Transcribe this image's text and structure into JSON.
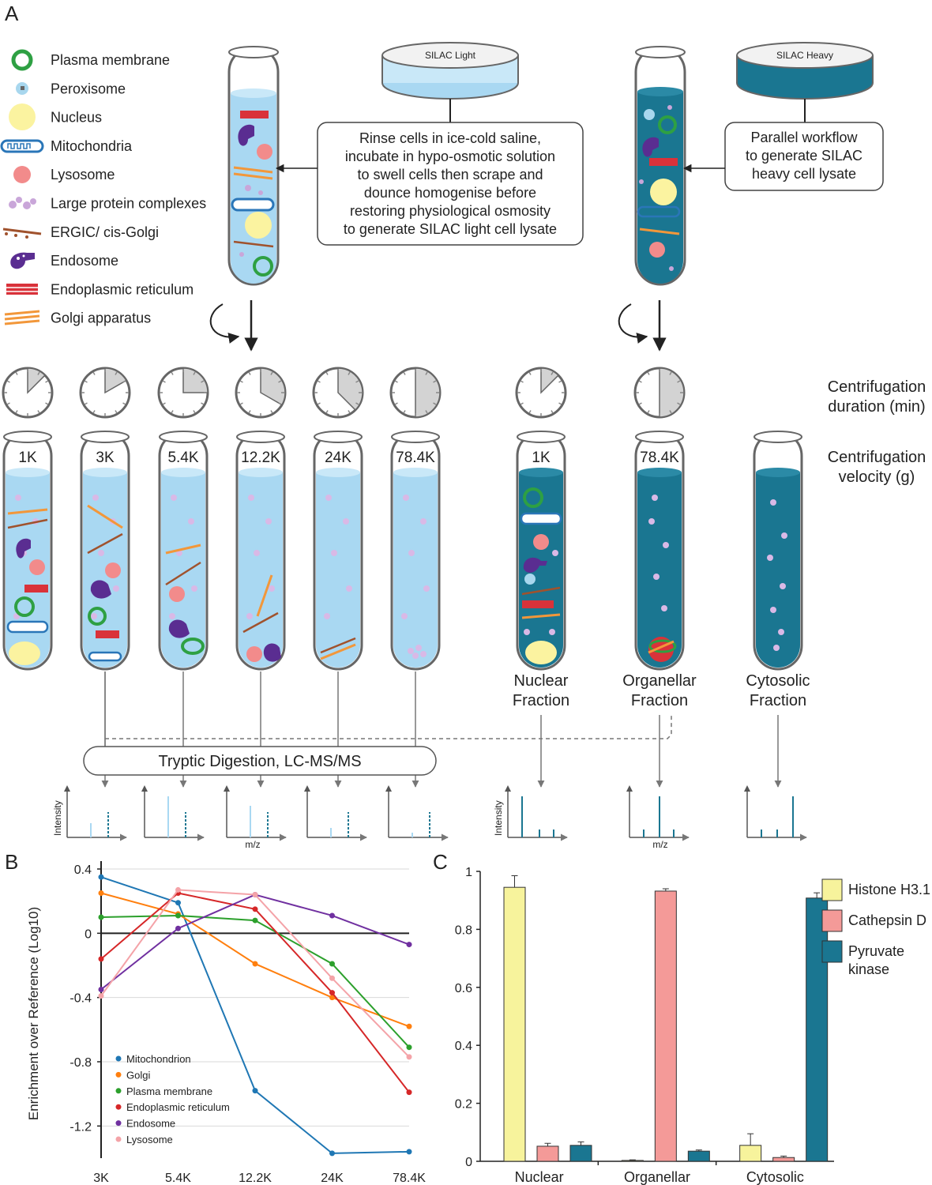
{
  "panel_labels": {
    "a": "A",
    "b": "B",
    "c": "C"
  },
  "legend_items": [
    {
      "label": "Plasma membrane",
      "icon": "plasma-membrane-icon"
    },
    {
      "label": "Peroxisome",
      "icon": "peroxisome-icon"
    },
    {
      "label": "Nucleus",
      "icon": "nucleus-icon"
    },
    {
      "label": "Mitochondria",
      "icon": "mitochondria-icon"
    },
    {
      "label": "Lysosome",
      "icon": "lysosome-icon"
    },
    {
      "label": "Large protein complexes",
      "icon": "protein-complex-icon"
    },
    {
      "label": "ERGIC/ cis-Golgi",
      "icon": "ergic-icon"
    },
    {
      "label": "Endosome",
      "icon": "endosome-icon"
    },
    {
      "label": "Endoplasmic reticulum",
      "icon": "er-icon"
    },
    {
      "label": "Golgi apparatus",
      "icon": "golgi-icon"
    }
  ],
  "dish_light": "SILAC Light",
  "dish_heavy": "SILAC Heavy",
  "box_light": [
    "Rinse cells in ice-cold saline,",
    "incubate in hypo-osmotic solution",
    "to swell cells then scrape and",
    "dounce homogenise before",
    "restoring physiological osmosity",
    "to generate SILAC light cell lysate"
  ],
  "box_heavy": [
    "Parallel workflow",
    "to generate SILAC",
    "heavy cell lysate"
  ],
  "centrifugation_duration": [
    "Centrifugation",
    "duration (min)"
  ],
  "centrifugation_velocity": [
    "Centrifugation",
    "velocity (g)"
  ],
  "light_tubes": [
    {
      "label": "1K",
      "clock_fraction": 0.125
    },
    {
      "label": "3K",
      "clock_fraction": 0.167
    },
    {
      "label": "5.4K",
      "clock_fraction": 0.25
    },
    {
      "label": "12.2K",
      "clock_fraction": 0.333
    },
    {
      "label": "24K",
      "clock_fraction": 0.375
    },
    {
      "label": "78.4K",
      "clock_fraction": 0.5
    }
  ],
  "heavy_tubes": [
    {
      "label": "1K",
      "clock_fraction": 0.125
    },
    {
      "label": "78.4K",
      "clock_fraction": 0.5
    },
    {
      "label": "",
      "clock_fraction": null
    }
  ],
  "fractions": [
    [
      "Nuclear",
      "Fraction"
    ],
    [
      "Organellar",
      "Fraction"
    ],
    [
      "Cytosolic",
      "Fraction"
    ]
  ],
  "digestion_label": "Tryptic Digestion, LC-MS/MS",
  "spectra_axes": {
    "y": "Intensity",
    "x": "m/z"
  },
  "colors": {
    "light_medium": "#a9d8f2",
    "heavy_medium": "#1a7691",
    "legend_green": "#2ea043",
    "lysosome": "#f28b8b",
    "nucleus": "#fbf3a0",
    "endosome": "#5a2d91",
    "er": "#d9323a",
    "golgi": "#f2973a",
    "ergic": "#a0522d",
    "mito": "#2a76b8"
  },
  "chart_data": [
    {
      "type": "line",
      "ylabel": "Enrichment over Reference (Log10)",
      "xlabel": "",
      "categories": [
        "3K",
        "5.4K",
        "12.2K",
        "24K",
        "78.4K"
      ],
      "ylim": [
        -1.4,
        0.4
      ],
      "yticks": [
        "0.4",
        "0",
        "-0.4",
        "-0.8",
        "-1.2"
      ],
      "ytick_values": [
        0.4,
        0,
        -0.4,
        -0.8,
        -1.2
      ],
      "grid": true,
      "legend_position": "bottom-left",
      "series": [
        {
          "name": "Mitochondrion",
          "color": "#1f77b4",
          "values": [
            0.35,
            0.19,
            -0.98,
            -1.37,
            -1.36
          ]
        },
        {
          "name": "Golgi",
          "color": "#ff7f0e",
          "values": [
            0.25,
            0.12,
            -0.19,
            -0.4,
            -0.58
          ]
        },
        {
          "name": "Plasma membrane",
          "color": "#2ca02c",
          "values": [
            0.1,
            0.11,
            0.08,
            -0.19,
            -0.71
          ]
        },
        {
          "name": "Endoplasmic reticulum",
          "color": "#d62728",
          "values": [
            -0.16,
            0.25,
            0.15,
            -0.37,
            -0.99
          ]
        },
        {
          "name": "Endosome",
          "color": "#7030a0",
          "values": [
            -0.35,
            0.03,
            0.24,
            0.11,
            -0.07
          ]
        },
        {
          "name": "Lysosome",
          "color": "#f4a3a8",
          "values": [
            -0.39,
            0.27,
            0.24,
            -0.28,
            -0.77
          ]
        }
      ]
    },
    {
      "type": "bar",
      "xlabel": "",
      "ylabel": "",
      "categories": [
        "Nuclear",
        "Organellar",
        "Cytosolic"
      ],
      "ylim": [
        0,
        1
      ],
      "yticks": [
        "0",
        "0.2",
        "0.4",
        "0.6",
        "0.8",
        "1"
      ],
      "ytick_values": [
        0,
        0.2,
        0.4,
        0.6,
        0.8,
        1
      ],
      "grid": false,
      "legend_position": "right",
      "series": [
        {
          "name": "Histone H3.1",
          "color": "#f7f39c",
          "values": [
            0.945,
            0.003,
            0.055
          ],
          "errors": [
            0.04,
            0.002,
            0.04
          ]
        },
        {
          "name": "Cathepsin D",
          "color": "#f49a98",
          "values": [
            0.052,
            0.932,
            0.013
          ],
          "errors": [
            0.01,
            0.008,
            0.005
          ]
        },
        {
          "name": "Pyruvate kinase",
          "color": "#1a7691",
          "values": [
            0.055,
            0.035,
            0.908
          ],
          "errors": [
            0.012,
            0.004,
            0.018
          ]
        }
      ],
      "legend_lines": [
        [
          "Histone H3.1"
        ],
        [
          "Cathepsin D"
        ],
        [
          "Pyruvate",
          "kinase"
        ]
      ]
    }
  ]
}
